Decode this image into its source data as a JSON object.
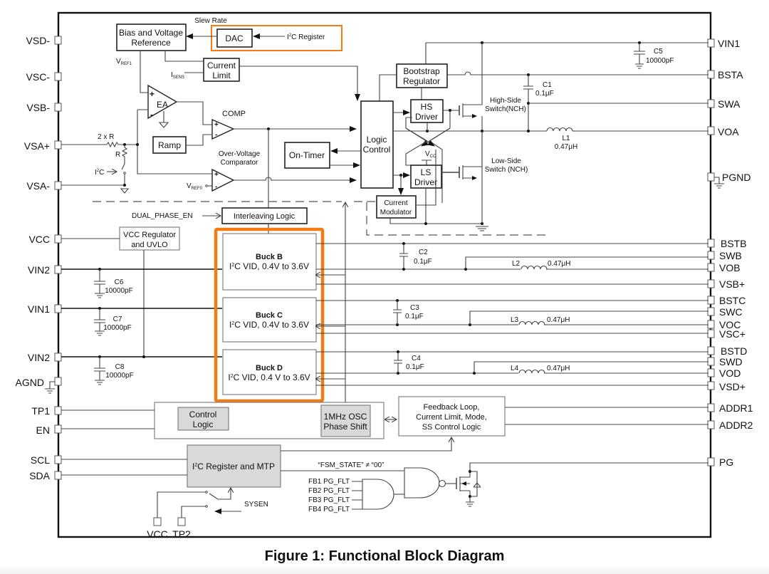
{
  "caption": "Figure 1: Functional Block Diagram",
  "colors": {
    "highlight": "#f47a14",
    "shaded_block": "#d9d9d9",
    "line": "#444444"
  },
  "pins_left": [
    "VSD-",
    "VSC-",
    "VSB-",
    "VSA+",
    "VSA-",
    "VCC",
    "VIN2",
    "VIN1",
    "VIN2",
    "AGND",
    "TP1",
    "EN",
    "SCL",
    "SDA"
  ],
  "pins_right": [
    "VIN1",
    "BSTA",
    "SWA",
    "VOA",
    "PGND",
    "BSTB",
    "SWB",
    "VOB",
    "VSB+",
    "BSTC",
    "SWC",
    "VOC",
    "VSC+",
    "BSTD",
    "SWD",
    "VOD",
    "VSD+",
    "ADDR1",
    "ADDR2",
    "PG"
  ],
  "pins_bottom": [
    "VCC",
    "TP2"
  ],
  "blocks": {
    "bias": [
      "Bias and Voltage",
      "Reference"
    ],
    "dac": "DAC",
    "i2c_register_label": "C Register",
    "i2c_prefix": "I",
    "superscript_2": "2",
    "slew_rate": "Slew Rate",
    "current_limit": [
      "Current",
      "Limit"
    ],
    "ea": "EA",
    "comp": "COMP",
    "ramp": "Ramp",
    "ov_comparator": [
      "Over-Voltage",
      "Comparator"
    ],
    "logic_control": [
      "Logic",
      "Control"
    ],
    "on_timer": "On-Timer",
    "bootstrap": [
      "Bootstrap",
      "Regulator"
    ],
    "hs_driver": [
      "HS",
      "Driver"
    ],
    "ls_driver": [
      "LS",
      "Driver"
    ],
    "current_modulator": [
      "Current",
      "Modulator"
    ],
    "high_side": [
      "High-Side",
      "Switch(NCH)"
    ],
    "low_side": [
      "Low-Side",
      "Switch (NCH)"
    ],
    "interleaving": "Interleaving Logic",
    "dual_phase": "DUAL_PHASE_EN",
    "vcc_reg": [
      "VCC Regulator",
      "and UVLO"
    ],
    "buck_b": {
      "title": "Buck B",
      "desc": "C VID, 0.4V to 3.6V"
    },
    "buck_c": {
      "title": "Buck C",
      "desc": "C VID, 0.4V to 3.6V"
    },
    "buck_d": {
      "title": "Buck D",
      "desc": "C VID, 0.4 V to 3.6V"
    },
    "control_logic": [
      "Control",
      "Logic"
    ],
    "osc": [
      "1MHz OSC",
      "Phase Shift"
    ],
    "feedback": [
      "Feedback Loop,",
      "Current Limit, Mode,",
      "SS Control Logic"
    ],
    "i2c_mtp": "C Register and MTP",
    "fsm": "“FSM_STATE” ≠ “00”",
    "pg_flt": [
      "FB1 PG_FLT",
      "FB2 PG_FLT",
      "FB3 PG_FLT",
      "FB4 PG_FLT"
    ],
    "sysen": "SYSEN"
  },
  "labels": {
    "vref1": "V",
    "vref1_sub": "REF1",
    "vref0": "V",
    "vref0_sub": "REF0",
    "isens": "I",
    "isens_sub": "SENS",
    "vcc": "V",
    "vcc_sub": "CC",
    "two_r": "2 x R",
    "r": "R",
    "i2c_sw": "C",
    "plus": "+",
    "minus": "-"
  },
  "components": {
    "c1": [
      "C1",
      "0.1μF"
    ],
    "c2": [
      "C2",
      "0.1μF"
    ],
    "c3": [
      "C3",
      "0.1μF"
    ],
    "c4": [
      "C4",
      "0.1μF"
    ],
    "c5": [
      "C5",
      "10000pF"
    ],
    "c6": [
      "C6",
      "10000pF"
    ],
    "c7": [
      "C7",
      "10000pF"
    ],
    "c8": [
      "C8",
      "10000pF"
    ],
    "l1": [
      "L1",
      "0.47μH"
    ],
    "l2": [
      "L2",
      "0.47μH"
    ],
    "l3": [
      "L3",
      "0.47μH"
    ],
    "l4": [
      "L4",
      "0.47μH"
    ]
  }
}
